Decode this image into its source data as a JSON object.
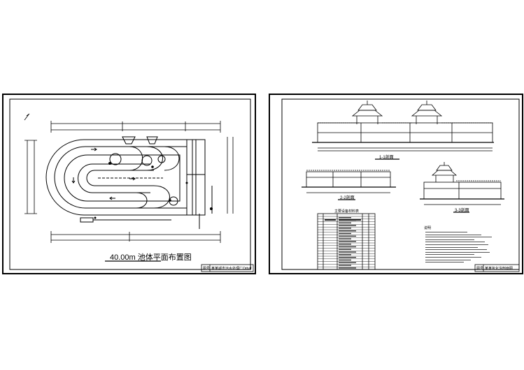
{
  "sheets": {
    "left": {
      "drawing_title": "40.00m 池体平面布置图",
      "titleblock_number": "图号",
      "titleblock_title": "某某城市污水处理厂Orbal氧化沟平面布置图"
    },
    "right": {
      "section_a": "1-1剖面",
      "section_b": "2-2剖面",
      "section_c": "3-3剖面",
      "table_title": "主要设备材料表",
      "notes_heading": "说明",
      "titleblock_number": "图号",
      "titleblock_title": "某某氧化沟剖面图"
    }
  },
  "colors": {
    "line": "#000000",
    "paper": "#ffffff",
    "background": "#ffffff"
  }
}
